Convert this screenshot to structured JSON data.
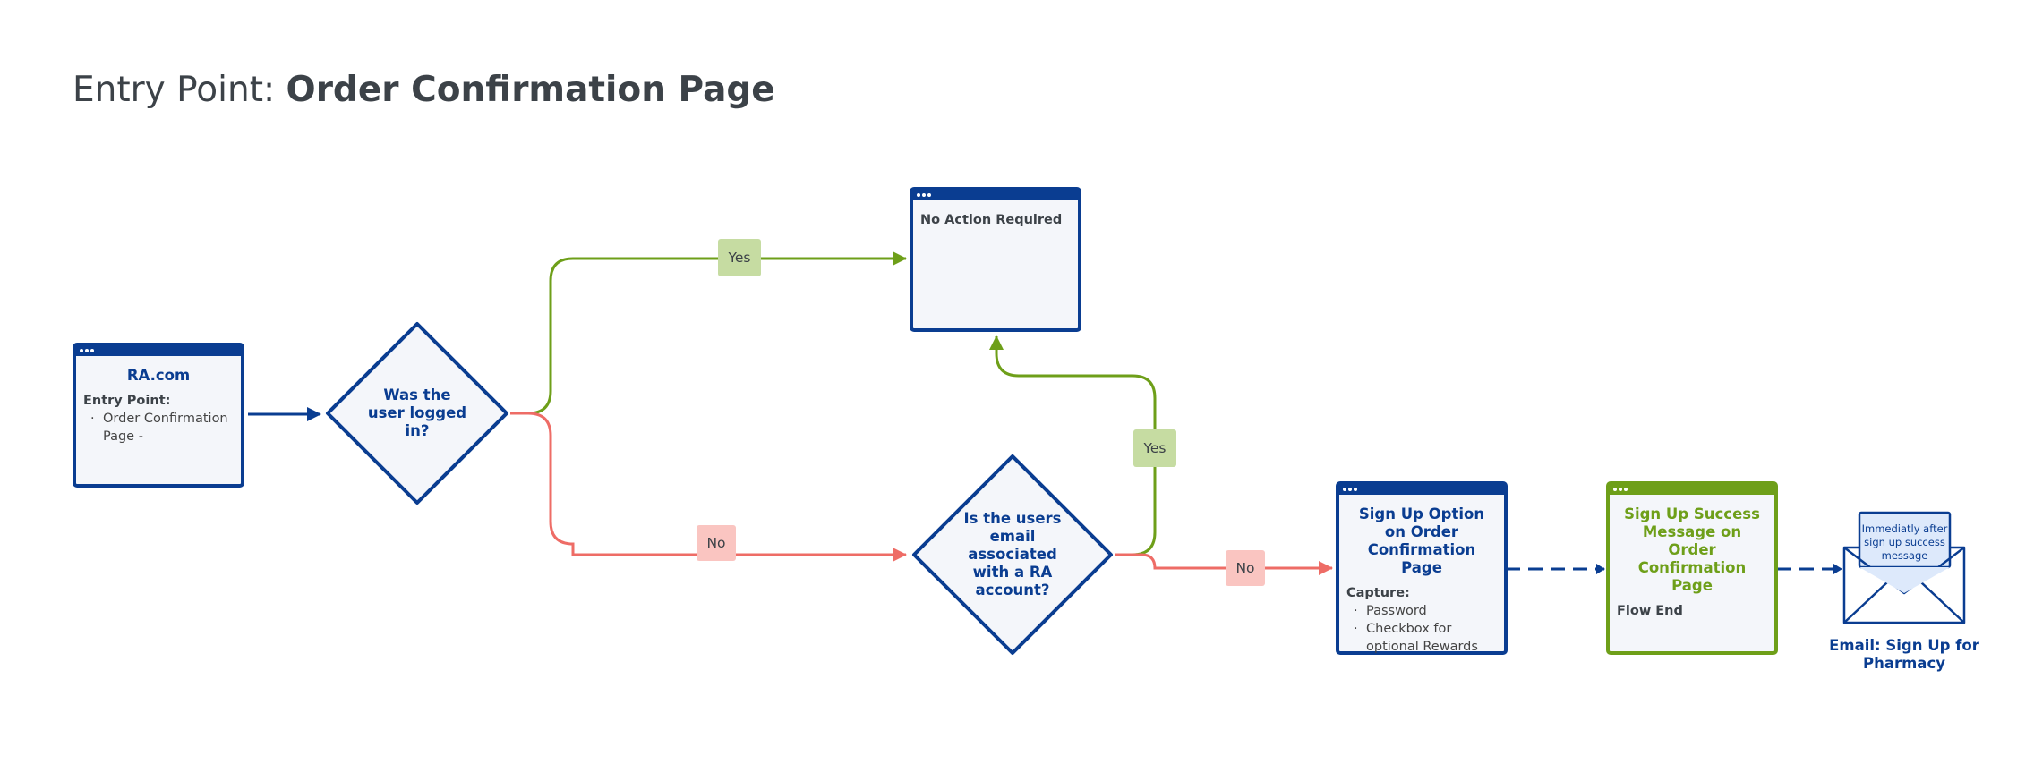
{
  "header": {
    "prefix": "Entry Point: ",
    "title": "Order Confirmation Page"
  },
  "nodes": {
    "ra": {
      "title": "RA.com",
      "label": "Entry Point:",
      "bullets": [
        "Order Confirmation Page -"
      ]
    },
    "decision_logged_in": {
      "text": "Was the user logged in?"
    },
    "no_action": {
      "text": "No Action Required"
    },
    "decision_email": {
      "text": "Is the users email associated with a RA account?"
    },
    "signup_option": {
      "title": "Sign Up Option on Order Confirmation Page",
      "label": "Capture:",
      "bullets": [
        "Password",
        "Checkbox for optional Rewards"
      ]
    },
    "signup_success": {
      "title": "Sign Up Success Message on Order Confirmation Page",
      "text": "Flow End"
    },
    "email": {
      "note": "Immediatly after sign up success message",
      "label": "Email: Sign Up for Pharmacy"
    }
  },
  "edges": {
    "yes_1": "Yes",
    "no_1": "No",
    "yes_2": "Yes",
    "no_2": "No"
  },
  "colors": {
    "brand_blue": "#0a3d91",
    "yes_green": "#6e9f19",
    "no_red": "#ee6c66",
    "yes_tag": "#c6dca2",
    "no_tag": "#fac5c1",
    "text_gray": "#3c4248"
  },
  "icons": {
    "envelope": "envelope-icon"
  }
}
